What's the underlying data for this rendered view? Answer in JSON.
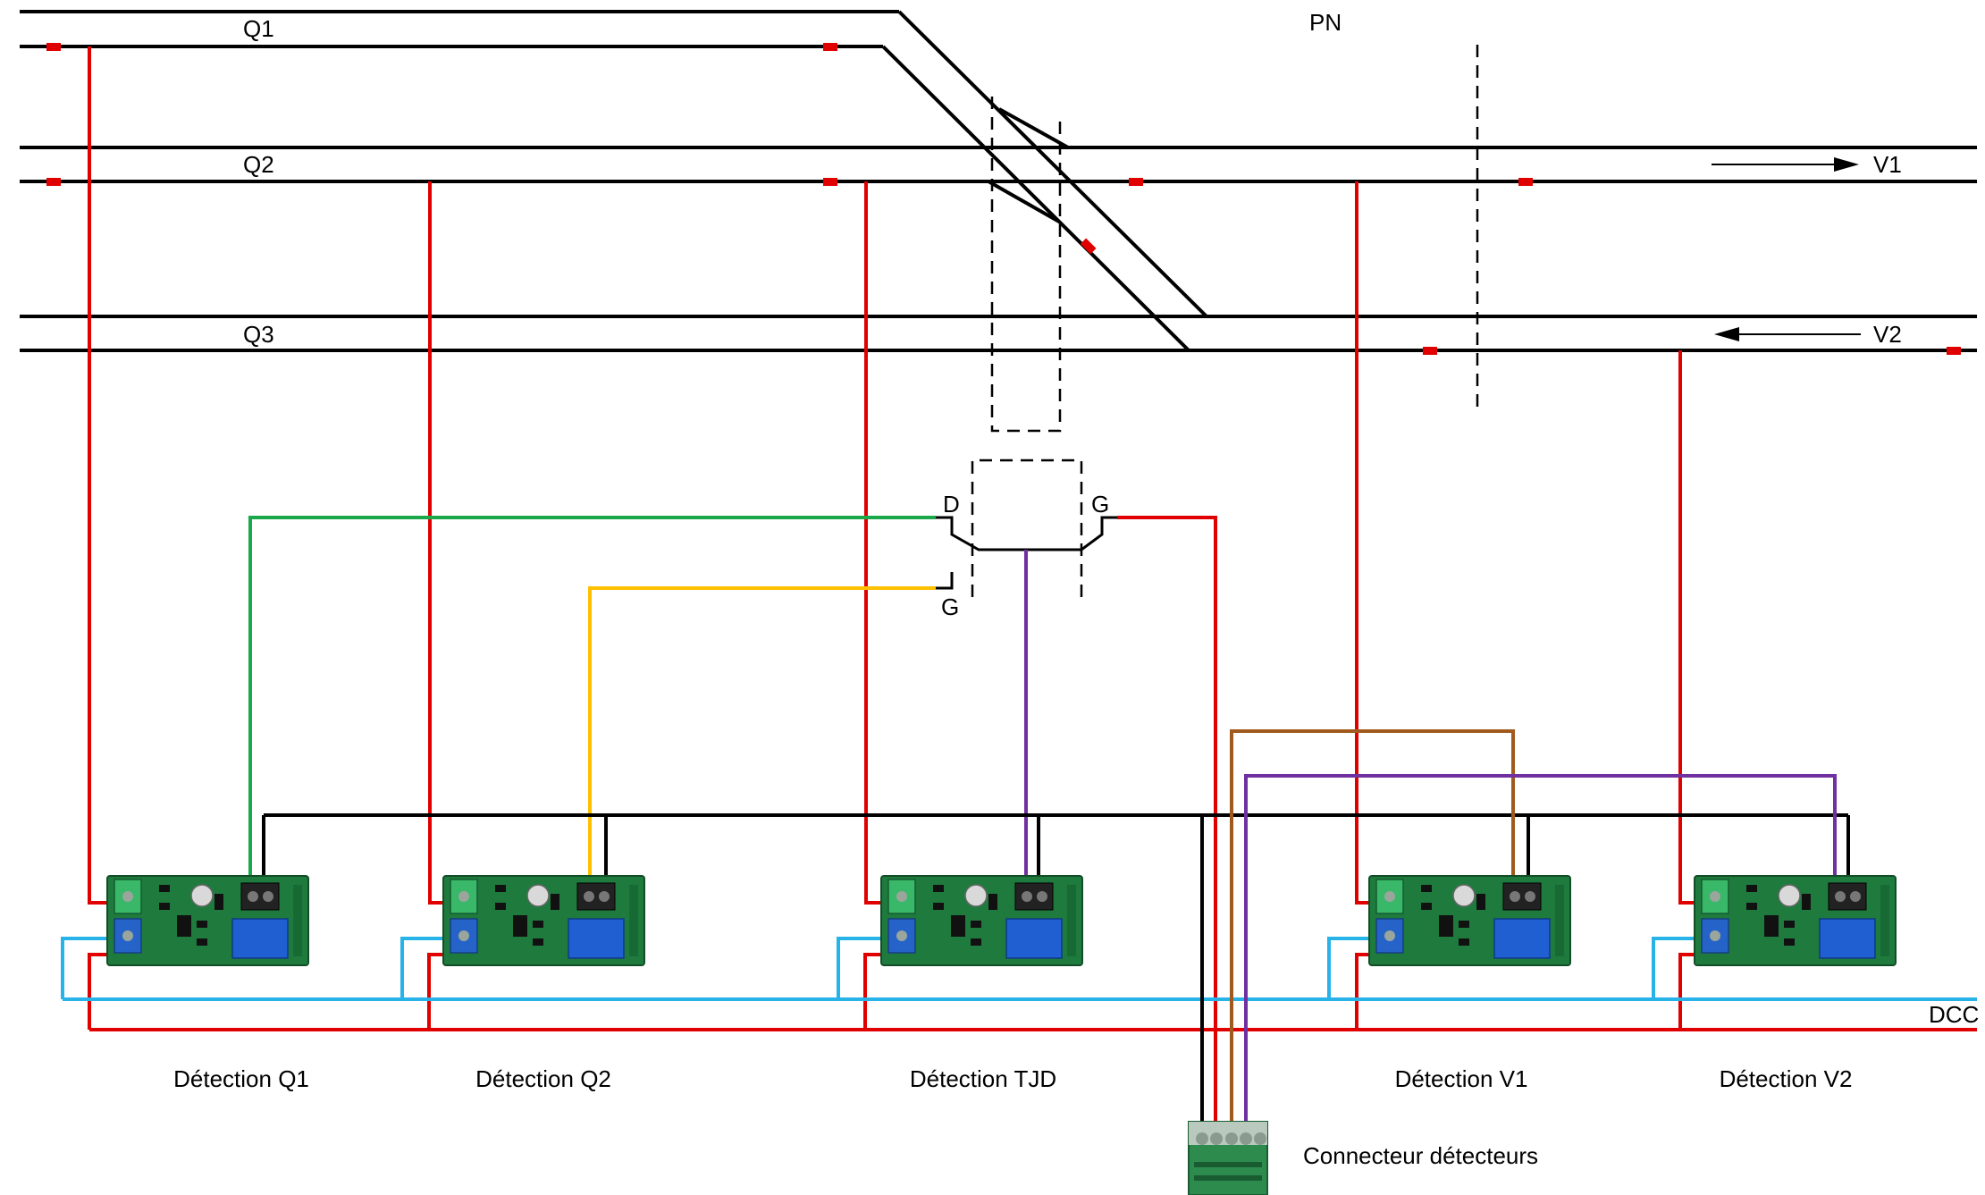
{
  "tracks": {
    "q1": "Q1",
    "q2": "Q2",
    "q3": "Q3",
    "v1": "V1",
    "v2": "V2",
    "pn": "PN"
  },
  "crossing": {
    "d": "D",
    "g_left": "G",
    "g_right": "G"
  },
  "bus": {
    "dcc": "DCC"
  },
  "detectors": [
    {
      "label": "Détection Q1"
    },
    {
      "label": "Détection Q2"
    },
    {
      "label": "Détection TJD"
    },
    {
      "label": "Détection V1"
    },
    {
      "label": "Détection V2"
    }
  ],
  "connector": {
    "label": "Connecteur détecteurs"
  },
  "colors": {
    "track": "#000000",
    "red": "#e00000",
    "green": "#1aa84b",
    "yellow": "#ffc000",
    "purple": "#7030a0",
    "brown": "#a05a1e",
    "blue": "#27b2e8",
    "board": "#1f7a3e",
    "insulator": "#e00000"
  },
  "icons": {
    "board": "relay-detector-board-icon",
    "connector": "terminal-connector-icon"
  }
}
